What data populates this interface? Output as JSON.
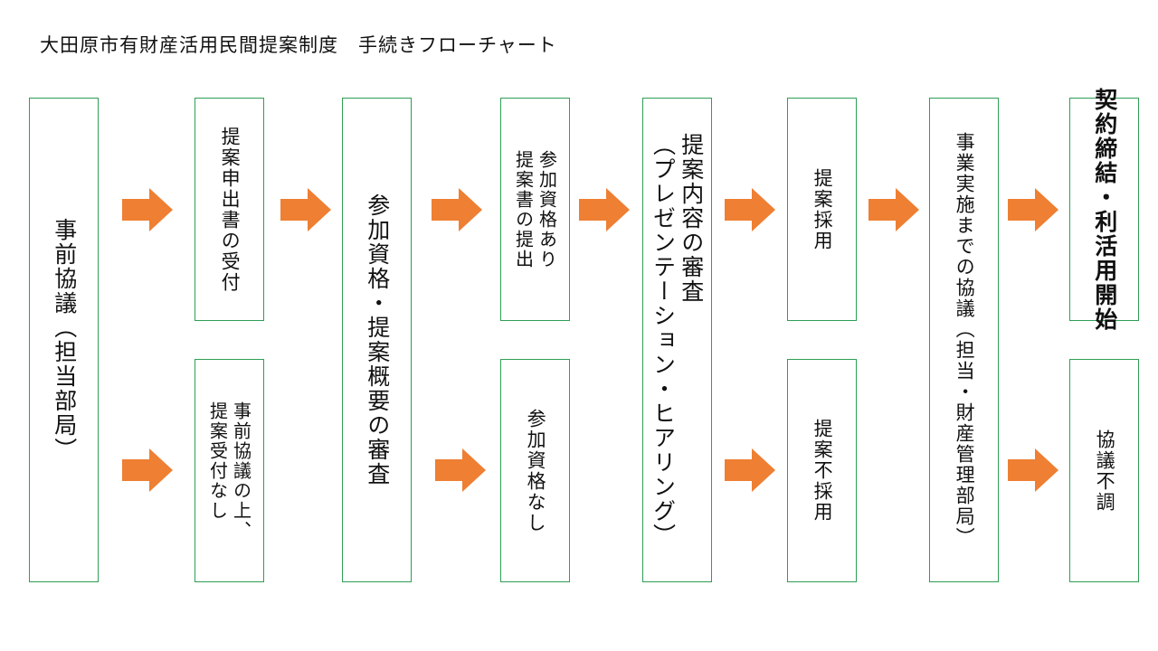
{
  "title": "大田原市有財産活用民間提案制度　手続きフローチャート",
  "colors": {
    "box_border": "#2e9e55",
    "arrow": "#ee7f33"
  },
  "steps": {
    "pre_consult": "事前協議（担当部局）",
    "receipt": "提案申出書の受付",
    "no_receipt": "事前協議の上、\n提案受付なし",
    "qualify_review": "参加資格・提案概要の審査",
    "qualified": "参加資格あり\n提案書の提出",
    "not_qualified": "参加資格なし",
    "content_review": "提案内容の審査\n（プレゼンテーション・ヒアリング）",
    "adopted": "提案採用",
    "not_adopted": "提案不採用",
    "consult_impl": "事業実施までの協議（担当・財産管理部局）",
    "contract": "契約締結・利活用開始",
    "fail": "協議不調"
  }
}
